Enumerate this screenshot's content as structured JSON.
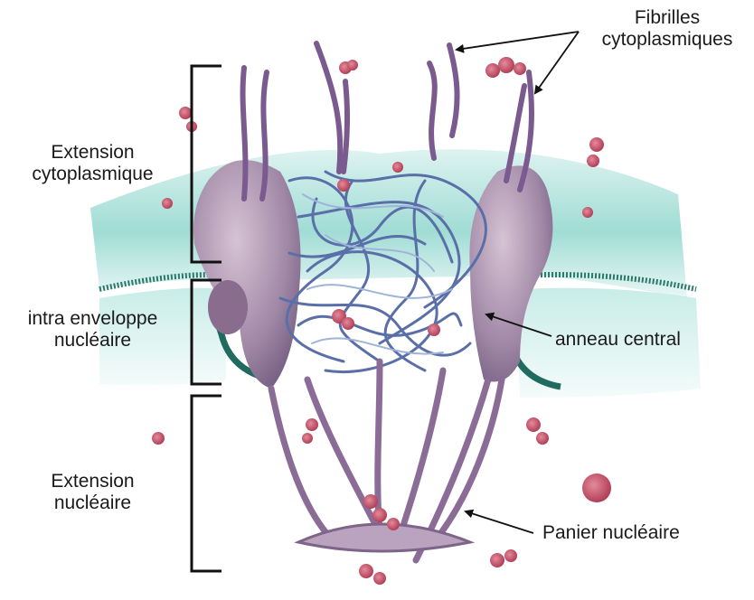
{
  "labels": {
    "fibrilles_line1": "Fibrilles",
    "fibrilles_line2": "cytoplasmiques",
    "extension_cyto_line1": "Extension",
    "extension_cyto_line2": "cytoplasmique",
    "intra_line1": "intra enveloppe",
    "intra_line2": "nucléaire",
    "anneau": "anneau central",
    "extension_nuc_line1": "Extension",
    "extension_nuc_line2": "nucléaire",
    "panier": "Panier nucléaire"
  },
  "colors": {
    "membrane": "#7fd0c8",
    "membrane_edge": "#1f6b5e",
    "pore_protein": "#a489a8",
    "pore_shadow": "#5e4a6e",
    "filament": "#5a6fa8",
    "red_protein": "#c0455e",
    "bracket": "#111111"
  }
}
